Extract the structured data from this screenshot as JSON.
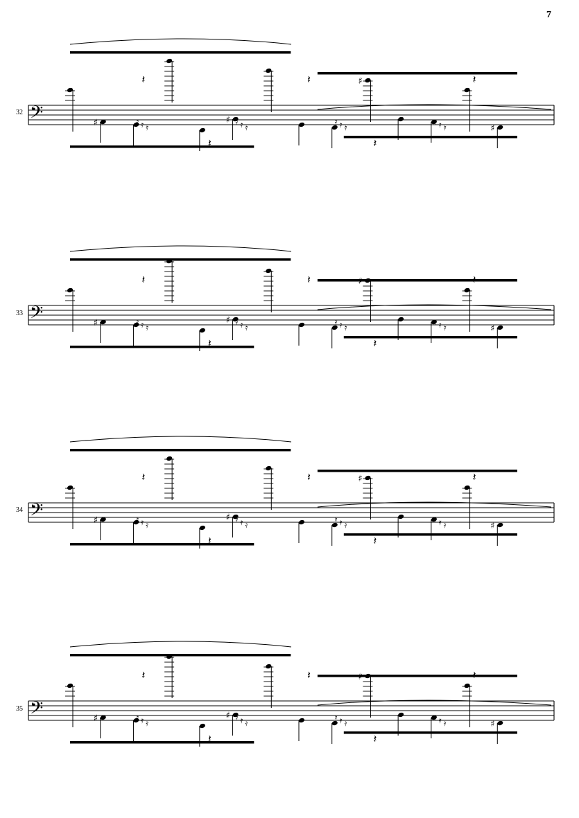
{
  "page": {
    "number": "7"
  },
  "systems": [
    {
      "measure": "32"
    },
    {
      "measure": "33"
    },
    {
      "measure": "34"
    },
    {
      "measure": "35"
    }
  ],
  "clef": "bass-clef-icon",
  "ink_color": "#000000"
}
